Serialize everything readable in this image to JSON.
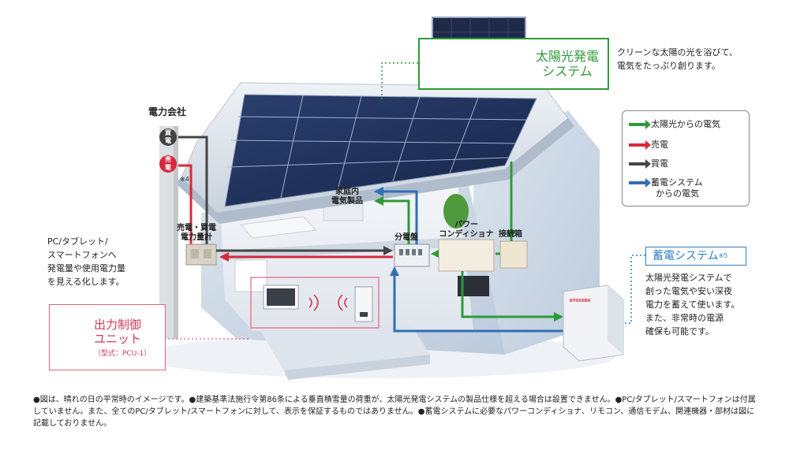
{
  "solar": {
    "title_1": "太陽光発電",
    "title_2": "システム",
    "desc_1": "クリーンな太陽の光を浴びて、",
    "desc_2": "電気をたっぷり創ります。"
  },
  "power_company": {
    "label": "電力会社",
    "buy": "買\n電",
    "sell": "売\n電",
    "note": "※4"
  },
  "meter": {
    "label_1": "売電・買電",
    "label_2": "電力量計"
  },
  "appliances": {
    "label_1": "家庭内",
    "label_2": "電気製品"
  },
  "distribution": {
    "label": "分電盤"
  },
  "conditioner": {
    "label_1": "パワー",
    "label_2": "コンディショナ"
  },
  "junction": {
    "label": "接続箱"
  },
  "legend": {
    "items": [
      {
        "label": "太陽光からの電気",
        "color": "#2e9a3a"
      },
      {
        "label": "売電",
        "color": "#d8283c"
      },
      {
        "label": "買電",
        "color": "#444444"
      },
      {
        "label": "蓄電システム",
        "label_2": "からの電気",
        "color": "#2f6fb5"
      }
    ]
  },
  "battery": {
    "title": "蓄電システム",
    "sup": "※5",
    "desc": [
      "太陽光発電システムで",
      "創った電気や安い深夜",
      "電力を蓄えて使います。",
      "また、非常時の電源",
      "確保も可能です。"
    ]
  },
  "tablet": {
    "desc": [
      "PC/タブレット/",
      "スマートフォンへ",
      "発電量や使用電力量",
      "を見える化します。"
    ]
  },
  "output_unit": {
    "title_1": "出力制御",
    "title_2": "ユニット",
    "model": "（型式：PCU-1）"
  },
  "brand": "KYOCERA",
  "footnote": "●図は、晴れの日の平常時のイメージです。●建築基準法施行令第86条による垂直積雪量の荷重が、太陽光発電システムの製品仕様を超える場合は設置できません。●PC/タブレット/スマートフォンは付属していません。また、全てのPC/タブレット/スマートフォンに対して、表示を保証するものではありません。●蓄電システムに必要なパワーコンディショナ、リモコン、通信モデム、関連機器・部材は図に記載しておりません。"
}
